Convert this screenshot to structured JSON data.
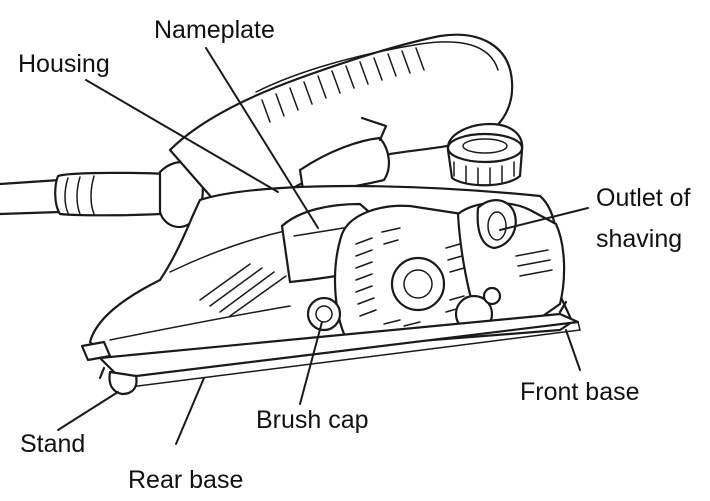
{
  "labels": {
    "nameplate": "Nameplate",
    "housing": "Housing",
    "outlet_of_shaving_line1": "Outlet of",
    "outlet_of_shaving_line2": "shaving",
    "front_base": "Front base",
    "brush_cap": "Brush cap",
    "stand": "Stand",
    "rear_base": "Rear base"
  },
  "colors": {
    "ink": "#1a1a1a",
    "background": "#ffffff"
  }
}
